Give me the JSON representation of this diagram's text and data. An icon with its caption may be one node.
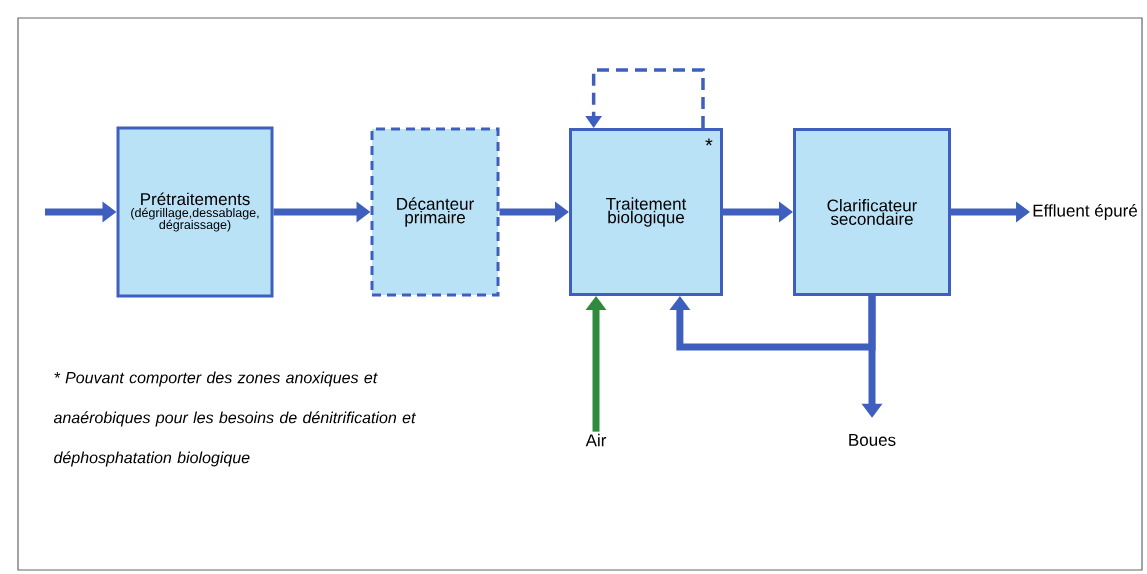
{
  "diagram": {
    "nodes": [
      {
        "text": [
          "Prétraitements",
          "(dégrillage,dessablage, dégraissage)"
        ]
      },
      {
        "text": [
          "Décanteur primaire"
        ]
      },
      {
        "text": [
          "Traitement biologique",
          "*"
        ]
      },
      {
        "text": [
          "Clarificateur secondaire"
        ]
      },
      {
        "text": [
          "Effluent épuré"
        ]
      },
      {
        "text": [
          "Air"
        ]
      },
      {
        "text": [
          "Boues"
        ]
      }
    ],
    "edges": [
      {
        "from": null,
        "to": 0,
        "arrow": "to"
      },
      {
        "from": 0,
        "to": 1,
        "arrow": "to"
      },
      {
        "from": 1,
        "to": 2,
        "arrow": "to"
      },
      {
        "from": 2,
        "to": 3,
        "arrow": "to"
      },
      {
        "from": 3,
        "to": 4,
        "arrow": "to"
      },
      {
        "from": 5,
        "to": 2,
        "arrow": "to",
        "color": "#2e8b3e"
      },
      {
        "from": 3,
        "to": 2,
        "arrow": "to"
      },
      {
        "from": 3,
        "to": 6,
        "arrow": "to"
      },
      {
        "from": 2,
        "to": 2,
        "arrow": "to",
        "style": "dashed"
      }
    ],
    "labels": [
      "* Pouvant comporter des zones anoxiques et anaérobiques pour les besoins de dénitrification et déphosphatation biologique"
    ]
  }
}
